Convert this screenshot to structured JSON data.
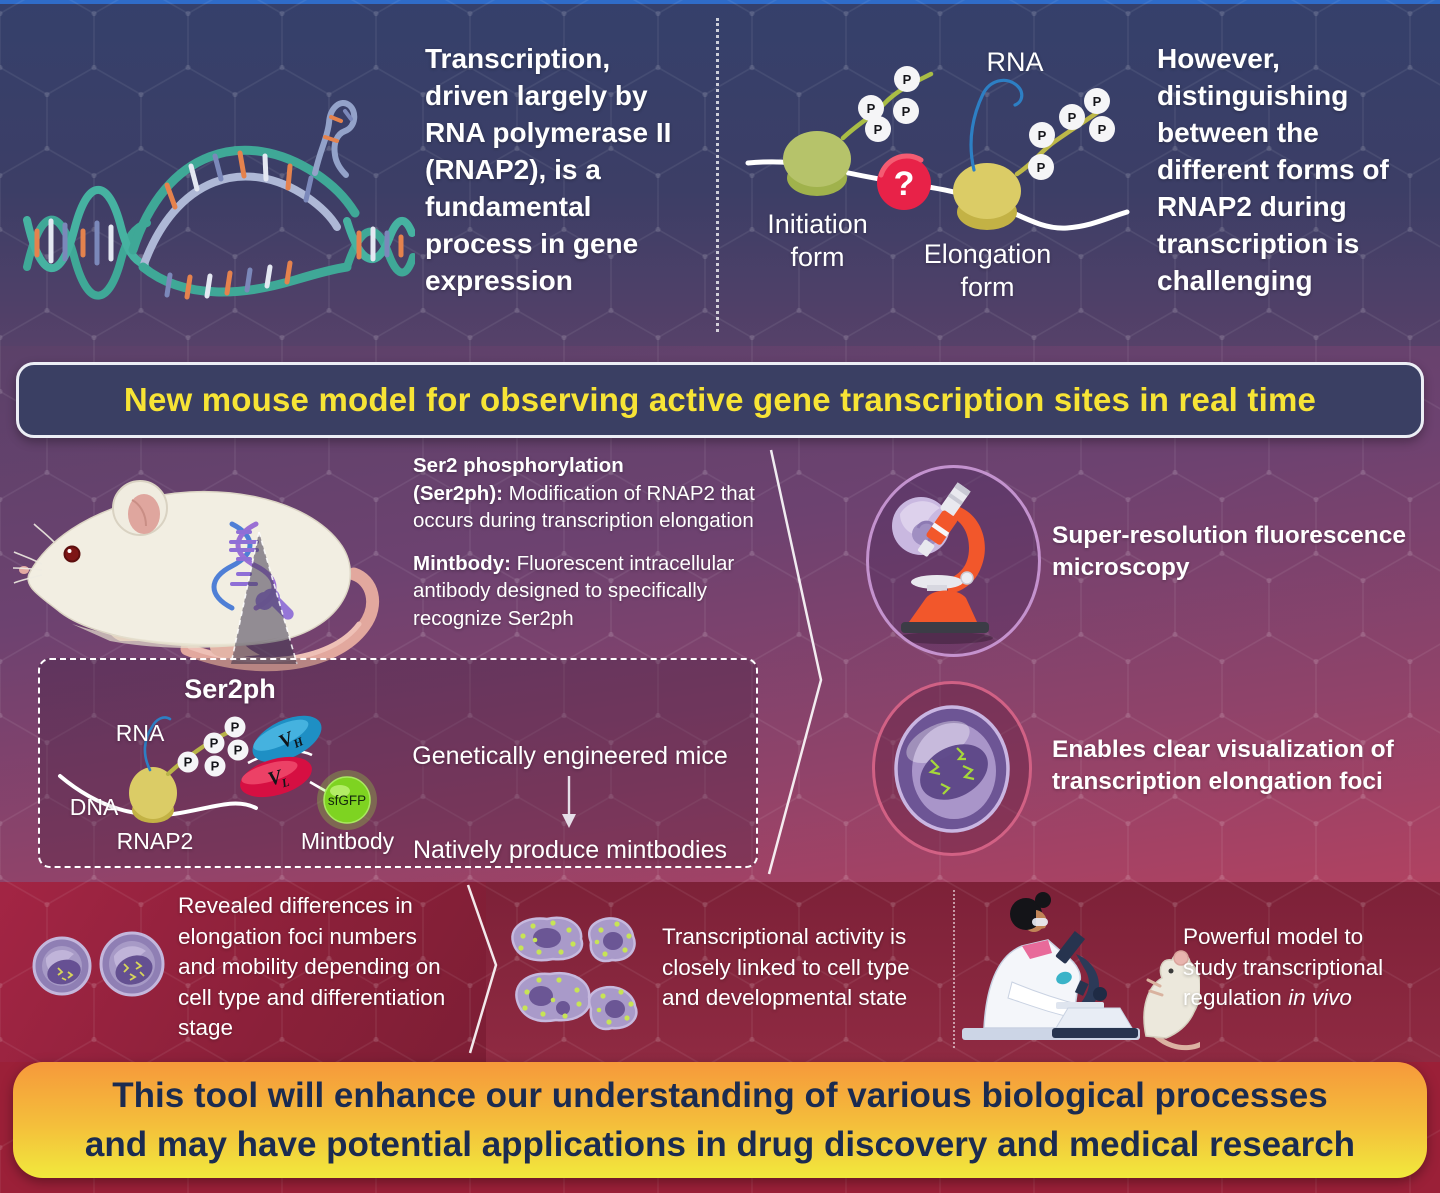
{
  "colors": {
    "top_bg": "#35406b",
    "accent_strip": "#2f6cc9",
    "banner_bg": "#3a3f63",
    "banner_text": "#f7e435",
    "mid_bg_top": "#5b4169",
    "mid_bg_bottom": "#b04261",
    "results_bg": "#7d2138",
    "footer_page_bg": "#9b2038",
    "footer_grad_top": "#f6993b",
    "footer_grad_bottom": "#f1e93c",
    "footer_text": "#1b2b50",
    "dna_teal": "#3fa897",
    "rung_orange": "#e5824d",
    "rung_slate": "#7b88ba",
    "rung_pale": "#e4e8f2",
    "initiation_blob": "#b6c36a",
    "elongation_blob": "#dbcc66",
    "question_red": "#e82248",
    "rna_blue": "#2d7fc4",
    "ctd_tail": "#b1b747",
    "vh_blue": "#29a3d8",
    "vl_red": "#e4164a",
    "sfgfp_green": "#7ed321",
    "cell_purple": "#a995c9",
    "nucleus_purple": "#5f4a88",
    "foci_green": "#a6d83a",
    "foci_yellow": "#d8d65a",
    "microscope_orange": "#f2572b"
  },
  "top": {
    "statement_left": "Transcription,\ndriven largely by\nRNA polymerase II\n(RNAP2), is a\nfundamental\nprocess in gene\nexpression",
    "statement_right": "However,\ndistinguishing\nbetween the\ndifferent forms of\nRNAP2 during\ntranscription is\nchallenging",
    "diagram": {
      "rna_label": "RNA",
      "question_mark": "?",
      "initiation_label": "Initiation\nform",
      "elongation_label": "Elongation\nform",
      "p_label": "P"
    }
  },
  "banner": {
    "title": "New mouse model for observing active gene transcription sites in real time"
  },
  "middle": {
    "definitions": {
      "def1_term": "Ser2 phosphorylation\n(Ser2ph):",
      "def1_text": " Modification of RNAP2 that occurs during transcription elongation",
      "def2_term": "Mintbody:",
      "def2_text": " Fluorescent intracellular antibody designed to specifically recognize Ser2ph"
    },
    "box": {
      "title": "Ser2ph",
      "rna_label": "RNA",
      "dna_label": "DNA",
      "rnap2_label": "RNAP2",
      "mintbody_label": "Mintbody",
      "sfgfp_label": "sfGFP",
      "p_label": "P",
      "vh_main": "V",
      "vh_sub": "H",
      "vl_main": "V",
      "vl_sub": "L",
      "flow_step1": "Genetically engineered mice",
      "flow_step2": "Natively produce mintbodies"
    },
    "feature1": "Super-resolution fluorescence\nmicroscopy",
    "feature2": "Enables clear visualization of\ntranscription elongation foci"
  },
  "results": {
    "panel1": "Revealed differences in\nelongation foci numbers\nand mobility depending on\ncell type and differentiation\nstage",
    "panel2": "Transcriptional activity is\nclosely linked to cell type\nand developmental state",
    "panel3_text": "Powerful model to\nstudy transcriptional\nregulation ",
    "panel3_emphasis": "in vivo"
  },
  "footer": {
    "line1": "This tool will enhance our understanding of various biological processes",
    "line2": "and may have potential applications in drug discovery and medical research"
  }
}
